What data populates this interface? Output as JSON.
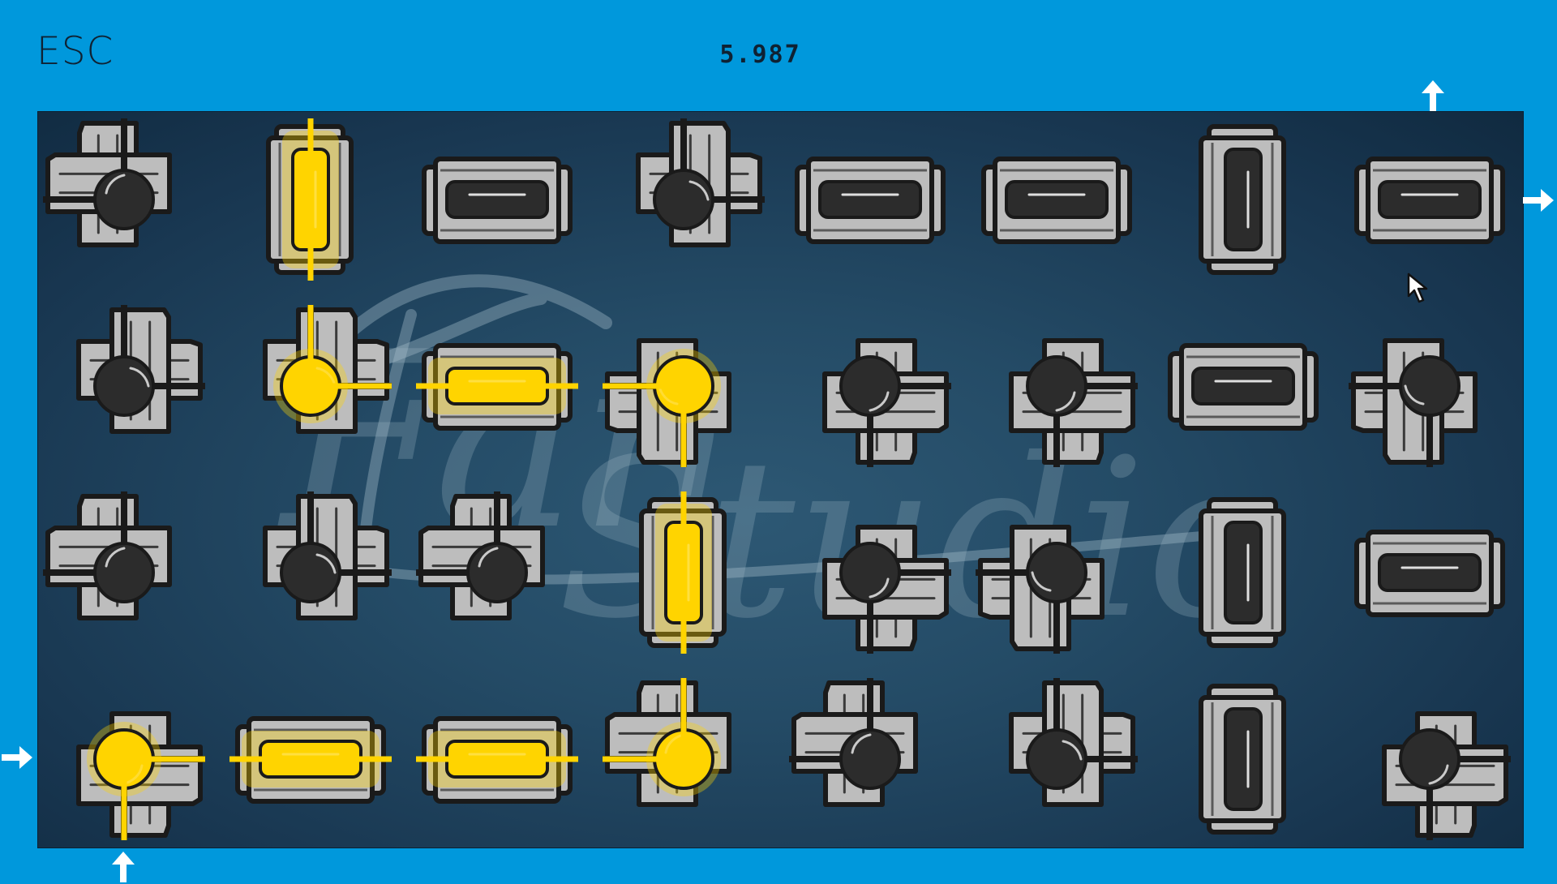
{
  "hud": {
    "esc_label": "ESC",
    "timer": "5.987"
  },
  "watermark": {
    "line1": "Fan",
    "line2": "Studio"
  },
  "colors": {
    "background": "#0098dc",
    "board": "#1d4560",
    "pipe_body": "#bdbdbd",
    "pipe_outline": "#1a1a1a",
    "powered": "#ffd400",
    "unpowered_core": "#2c2c2c",
    "marker": "#ffffff"
  },
  "markers": [
    {
      "id": "entry-left",
      "direction": "right",
      "icon": "arrow-right-icon"
    },
    {
      "id": "entry-bottom",
      "direction": "up",
      "icon": "arrow-up-icon"
    },
    {
      "id": "exit-top",
      "direction": "up",
      "icon": "arrow-up-icon"
    },
    {
      "id": "exit-right",
      "direction": "right",
      "icon": "arrow-right-icon"
    }
  ],
  "grid": {
    "rows": 4,
    "cols": 8,
    "tiles": [
      [
        {
          "type": "elbow",
          "openings": [
            "up",
            "left"
          ],
          "powered": false
        },
        {
          "type": "straight",
          "openings": [
            "up",
            "down"
          ],
          "powered": true
        },
        {
          "type": "straight",
          "openings": [
            "left",
            "right"
          ],
          "powered": false
        },
        {
          "type": "elbow",
          "openings": [
            "up",
            "right"
          ],
          "powered": false
        },
        {
          "type": "straight",
          "openings": [
            "left",
            "right"
          ],
          "powered": false
        },
        {
          "type": "straight",
          "openings": [
            "left",
            "right"
          ],
          "powered": false
        },
        {
          "type": "straight",
          "openings": [
            "up",
            "down"
          ],
          "powered": false
        },
        {
          "type": "straight",
          "openings": [
            "left",
            "right"
          ],
          "powered": false
        }
      ],
      [
        {
          "type": "elbow",
          "openings": [
            "up",
            "right"
          ],
          "powered": false
        },
        {
          "type": "elbow",
          "openings": [
            "up",
            "right"
          ],
          "powered": true
        },
        {
          "type": "straight",
          "openings": [
            "left",
            "right"
          ],
          "powered": true
        },
        {
          "type": "elbow",
          "openings": [
            "left",
            "down"
          ],
          "powered": true
        },
        {
          "type": "elbow",
          "openings": [
            "right",
            "down"
          ],
          "powered": false
        },
        {
          "type": "elbow",
          "openings": [
            "right",
            "down"
          ],
          "powered": false
        },
        {
          "type": "straight",
          "openings": [
            "left",
            "right"
          ],
          "powered": false
        },
        {
          "type": "elbow",
          "openings": [
            "left",
            "down"
          ],
          "powered": false
        }
      ],
      [
        {
          "type": "elbow",
          "openings": [
            "up",
            "left"
          ],
          "powered": false
        },
        {
          "type": "elbow",
          "openings": [
            "up",
            "right"
          ],
          "powered": false
        },
        {
          "type": "elbow",
          "openings": [
            "up",
            "left"
          ],
          "powered": false
        },
        {
          "type": "straight",
          "openings": [
            "up",
            "down"
          ],
          "powered": true
        },
        {
          "type": "elbow",
          "openings": [
            "right",
            "down"
          ],
          "powered": false
        },
        {
          "type": "elbow",
          "openings": [
            "left",
            "down"
          ],
          "powered": false
        },
        {
          "type": "straight",
          "openings": [
            "up",
            "down"
          ],
          "powered": false
        },
        {
          "type": "straight",
          "openings": [
            "left",
            "right"
          ],
          "powered": false
        }
      ],
      [
        {
          "type": "elbow",
          "openings": [
            "right",
            "down"
          ],
          "powered": true
        },
        {
          "type": "straight",
          "openings": [
            "left",
            "right"
          ],
          "powered": true
        },
        {
          "type": "straight",
          "openings": [
            "left",
            "right"
          ],
          "powered": true
        },
        {
          "type": "elbow",
          "openings": [
            "up",
            "left"
          ],
          "powered": true
        },
        {
          "type": "elbow",
          "openings": [
            "up",
            "left"
          ],
          "powered": false
        },
        {
          "type": "elbow",
          "openings": [
            "up",
            "right"
          ],
          "powered": false
        },
        {
          "type": "straight",
          "openings": [
            "up",
            "down"
          ],
          "powered": false
        },
        {
          "type": "elbow",
          "openings": [
            "right",
            "down"
          ],
          "powered": false
        }
      ]
    ]
  }
}
